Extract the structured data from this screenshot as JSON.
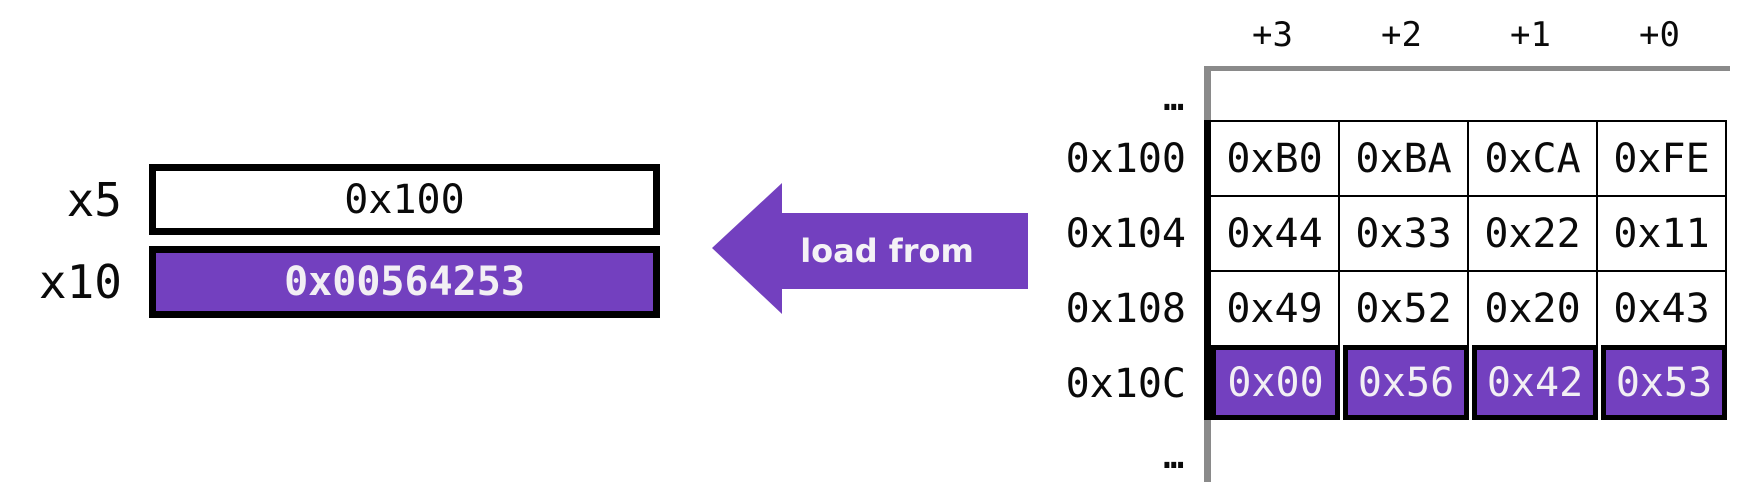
{
  "registers": [
    {
      "name": "x5",
      "value": "0x100"
    },
    {
      "name": "x10",
      "value": "0x00564253"
    }
  ],
  "arrow": {
    "label": "load from"
  },
  "memory": {
    "ellipsis": "…",
    "col_headers": [
      "+3",
      "+2",
      "+1",
      "+0"
    ],
    "rows": [
      {
        "address": "0x100",
        "bytes": [
          "0xB0",
          "0xBA",
          "0xCA",
          "0xFE"
        ],
        "highlighted": false
      },
      {
        "address": "0x104",
        "bytes": [
          "0x44",
          "0x33",
          "0x22",
          "0x11"
        ],
        "highlighted": false
      },
      {
        "address": "0x108",
        "bytes": [
          "0x49",
          "0x52",
          "0x20",
          "0x43"
        ],
        "highlighted": false
      },
      {
        "address": "0x10C",
        "bytes": [
          "0x00",
          "0x56",
          "0x42",
          "0x53"
        ],
        "highlighted": true
      }
    ]
  },
  "colors": {
    "accent_purple": "#7340BF",
    "highlight_text": "#F2EFF4",
    "grid_black": "#000000",
    "continuation_gray": "#8a8a8a"
  }
}
